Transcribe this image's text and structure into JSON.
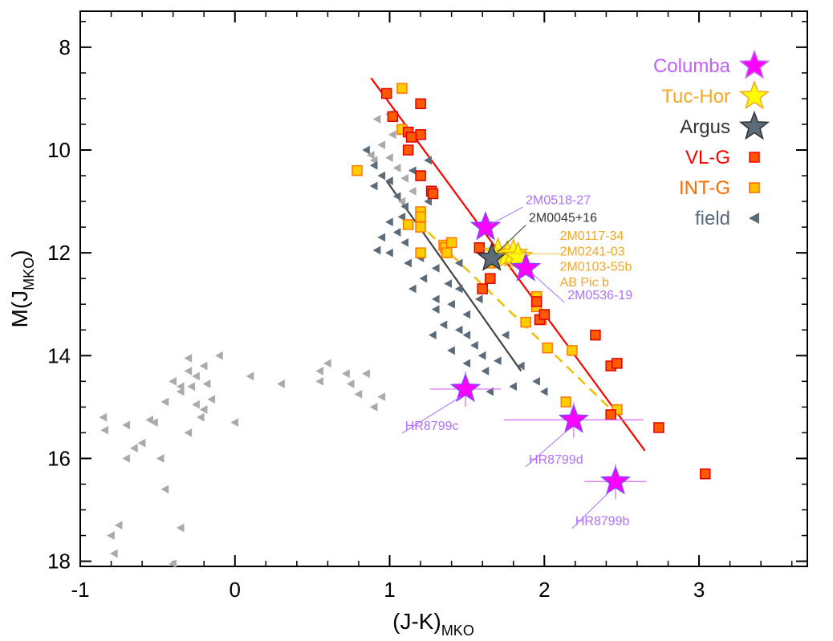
{
  "chart_data": {
    "type": "scatter",
    "xlabel": "(J-K)",
    "xlabel_sub": "MKO",
    "ylabel": "M(J",
    "ylabel_sub": "MKO",
    "ylabel_close": ")",
    "xlim": [
      -1,
      3.7
    ],
    "ylim": [
      18.1,
      7.3
    ],
    "y_inverted": true,
    "xticks": [
      -1,
      0,
      1,
      2,
      3
    ],
    "yticks": [
      8,
      10,
      12,
      14,
      16,
      18
    ],
    "xtick_labels": [
      "-1",
      "0",
      "1",
      "2",
      "3"
    ],
    "ytick_labels": [
      "8",
      "10",
      "12",
      "14",
      "16",
      "18"
    ],
    "legend_position": "top-right",
    "legend": [
      {
        "label": "Columba",
        "color": "#c060ff",
        "marker": "star",
        "marker_color": "#ff00ff"
      },
      {
        "label": "Tuc-Hor",
        "color": "#f5a623",
        "marker": "star",
        "marker_color": "#ffff00"
      },
      {
        "label": "Argus",
        "color": "#333333",
        "marker": "star",
        "marker_color": "#5b6b7a"
      },
      {
        "label": "VL-G",
        "color": "#ff0000",
        "marker": "square",
        "marker_color": "#ff5500"
      },
      {
        "label": "INT-G",
        "color": "#ff6a00",
        "marker": "square",
        "marker_color": "#ffc000"
      },
      {
        "label": "field",
        "color": "#5b6b7a",
        "marker": "triangle",
        "marker_color": "#5b6b7a"
      }
    ],
    "fit_lines": [
      {
        "name": "VL-G fit",
        "color": "#ff0000",
        "dash": false,
        "points": [
          [
            0.88,
            8.6
          ],
          [
            2.65,
            15.85
          ]
        ]
      },
      {
        "name": "field fit",
        "color": "#444444",
        "dash": false,
        "points": [
          [
            0.98,
            10.6
          ],
          [
            1.85,
            14.3
          ]
        ]
      },
      {
        "name": "INT-G fit",
        "color": "#f0c000",
        "dash": true,
        "points": [
          [
            1.25,
            11.6
          ],
          [
            2.45,
            15.1
          ]
        ]
      }
    ],
    "series": [
      {
        "name": "VL-G",
        "marker": "square",
        "fill": "#ff5a00",
        "stroke": "#dd0000",
        "points": [
          [
            0.98,
            8.9
          ],
          [
            1.02,
            9.35
          ],
          [
            1.2,
            9.1
          ],
          [
            1.12,
            9.65
          ],
          [
            1.2,
            9.7
          ],
          [
            1.14,
            9.75
          ],
          [
            1.12,
            10.0
          ],
          [
            1.2,
            10.5
          ],
          [
            1.27,
            10.8
          ],
          [
            1.28,
            10.85
          ],
          [
            1.58,
            11.9
          ],
          [
            1.6,
            12.7
          ],
          [
            1.65,
            12.5
          ],
          [
            1.95,
            12.95
          ],
          [
            1.97,
            13.3
          ],
          [
            2.0,
            13.2
          ],
          [
            2.33,
            13.6
          ],
          [
            2.43,
            14.2
          ],
          [
            2.47,
            14.15
          ],
          [
            2.43,
            15.15
          ],
          [
            2.74,
            15.4
          ],
          [
            3.04,
            16.3
          ]
        ]
      },
      {
        "name": "INT-G",
        "marker": "square",
        "fill": "#ffcc00",
        "stroke": "#ff7700",
        "points": [
          [
            0.79,
            10.4
          ],
          [
            1.08,
            8.8
          ],
          [
            1.08,
            9.6
          ],
          [
            1.12,
            11.45
          ],
          [
            1.2,
            11.2
          ],
          [
            1.2,
            11.3
          ],
          [
            1.2,
            11.5
          ],
          [
            1.2,
            12.0
          ],
          [
            1.35,
            11.85
          ],
          [
            1.36,
            11.9
          ],
          [
            1.37,
            12.0
          ],
          [
            1.4,
            11.8
          ],
          [
            1.65,
            12.2
          ],
          [
            1.95,
            12.85
          ],
          [
            1.95,
            13.05
          ],
          [
            1.98,
            13.3
          ],
          [
            1.88,
            13.35
          ],
          [
            2.02,
            13.85
          ],
          [
            2.18,
            13.9
          ],
          [
            2.14,
            14.9
          ],
          [
            2.47,
            15.05
          ]
        ]
      },
      {
        "name": "field",
        "marker": "triangle",
        "fill": "#5b6b7a",
        "stroke": "#5b6b7a",
        "points": [
          [
            0.85,
            10.0
          ],
          [
            0.9,
            10.3
          ],
          [
            0.95,
            10.5
          ],
          [
            0.9,
            10.7
          ],
          [
            1.0,
            10.6
          ],
          [
            1.05,
            10.9
          ],
          [
            1.1,
            11.1
          ],
          [
            1.08,
            11.3
          ],
          [
            1.0,
            11.4
          ],
          [
            1.05,
            11.6
          ],
          [
            1.1,
            11.8
          ],
          [
            1.0,
            12.0
          ],
          [
            1.12,
            12.2
          ],
          [
            1.2,
            12.1
          ],
          [
            1.3,
            12.3
          ],
          [
            1.22,
            12.5
          ],
          [
            1.15,
            12.7
          ],
          [
            1.3,
            12.9
          ],
          [
            1.4,
            13.0
          ],
          [
            1.5,
            13.2
          ],
          [
            1.35,
            13.4
          ],
          [
            1.28,
            13.6
          ],
          [
            1.45,
            13.5
          ],
          [
            1.55,
            13.8
          ],
          [
            1.4,
            13.9
          ],
          [
            1.6,
            14.0
          ],
          [
            1.5,
            14.15
          ],
          [
            1.62,
            14.3
          ],
          [
            1.7,
            14.1
          ],
          [
            1.75,
            13.6
          ],
          [
            1.8,
            14.6
          ],
          [
            1.85,
            14.2
          ],
          [
            1.95,
            14.5
          ],
          [
            2.0,
            14.7
          ],
          [
            1.38,
            12.6
          ],
          [
            1.25,
            11.0
          ],
          [
            1.15,
            10.4
          ],
          [
            0.95,
            11.7
          ],
          [
            1.45,
            12.7
          ],
          [
            1.5,
            13.6
          ],
          [
            1.3,
            13.1
          ],
          [
            1.58,
            12.9
          ],
          [
            1.25,
            10.2
          ],
          [
            0.92,
            11.95
          ],
          [
            1.65,
            14.7
          ],
          [
            1.45,
            12.2
          ]
        ]
      },
      {
        "name": "field (gray)",
        "marker": "triangle",
        "fill": "#aaaaaa",
        "stroke": "#aaaaaa",
        "points": [
          [
            -0.85,
            15.2
          ],
          [
            -0.84,
            15.45
          ],
          [
            -0.8,
            17.5
          ],
          [
            -0.78,
            17.85
          ],
          [
            -0.75,
            17.3
          ],
          [
            -0.7,
            15.35
          ],
          [
            -0.7,
            16.0
          ],
          [
            -0.65,
            15.8
          ],
          [
            -0.6,
            15.7
          ],
          [
            -0.55,
            15.25
          ],
          [
            -0.52,
            15.3
          ],
          [
            -0.48,
            16.0
          ],
          [
            -0.45,
            14.9
          ],
          [
            -0.45,
            16.6
          ],
          [
            -0.4,
            14.5
          ],
          [
            -0.4,
            18.05
          ],
          [
            -0.35,
            14.7
          ],
          [
            -0.35,
            14.6
          ],
          [
            -0.3,
            14.3
          ],
          [
            -0.3,
            15.5
          ],
          [
            -0.28,
            14.6
          ],
          [
            -0.25,
            14.95
          ],
          [
            -0.22,
            15.2
          ],
          [
            -0.2,
            15.05
          ],
          [
            -0.18,
            14.55
          ],
          [
            -0.15,
            14.85
          ],
          [
            -0.1,
            14.0
          ],
          [
            -0.3,
            14.05
          ],
          [
            -0.2,
            14.2
          ],
          [
            -0.35,
            17.35
          ],
          [
            -0.25,
            14.4
          ],
          [
            0.0,
            15.3
          ],
          [
            0.1,
            14.4
          ],
          [
            0.3,
            14.55
          ],
          [
            0.55,
            14.3
          ],
          [
            0.55,
            14.5
          ],
          [
            0.6,
            14.15
          ],
          [
            0.72,
            14.35
          ],
          [
            0.75,
            14.55
          ],
          [
            0.8,
            14.75
          ],
          [
            0.85,
            14.35
          ],
          [
            0.9,
            15.0
          ],
          [
            0.95,
            14.8
          ],
          [
            0.9,
            10.2
          ],
          [
            0.88,
            10.1
          ],
          [
            0.95,
            9.9
          ],
          [
            1.0,
            10.15
          ],
          [
            1.05,
            10.35
          ],
          [
            1.1,
            10.55
          ],
          [
            1.15,
            10.8
          ],
          [
            0.92,
            9.4
          ],
          [
            1.0,
            9.3
          ],
          [
            1.02,
            9.7
          ],
          [
            1.08,
            11.0
          ]
        ]
      },
      {
        "name": "Columba",
        "marker": "star",
        "fill": "#ff00ff",
        "stroke": "#8844ff",
        "points": [
          [
            1.62,
            11.5
          ],
          [
            1.88,
            12.3
          ],
          [
            1.49,
            14.65
          ],
          [
            2.19,
            15.25
          ],
          [
            2.46,
            16.45
          ]
        ],
        "xerr": [
          0,
          0,
          0.23,
          0.45,
          0.2
        ]
      },
      {
        "name": "Tuc-Hor",
        "marker": "star",
        "fill": "#ffff00",
        "stroke": "#f0a000",
        "points": [
          [
            1.7,
            12.0
          ],
          [
            1.76,
            12.05
          ],
          [
            1.8,
            12.02
          ],
          [
            1.83,
            12.08
          ]
        ],
        "xerr": [
          0,
          0,
          0,
          0
        ]
      },
      {
        "name": "Argus",
        "marker": "star",
        "fill": "#5b6b7a",
        "stroke": "#333333",
        "points": [
          [
            1.66,
            12.1
          ]
        ],
        "xerr": [
          0
        ]
      }
    ],
    "annotations": [
      {
        "text": "2M0518-27",
        "color": "#b070ff",
        "x": 1.88,
        "y": 11.05,
        "to": [
          1.65,
          11.45
        ]
      },
      {
        "text": "2M0045+16",
        "color": "#333333",
        "x": 1.9,
        "y": 11.4,
        "to": [
          1.7,
          11.98
        ]
      },
      {
        "text": "2M0117-34",
        "color": "#f5a623",
        "x": 2.1,
        "y": 11.75,
        "to": null
      },
      {
        "text": "2M0241-03",
        "color": "#f5a623",
        "x": 2.1,
        "y": 12.05,
        "to": null
      },
      {
        "text": "2M0103-55b",
        "color": "#f5a623",
        "x": 2.1,
        "y": 12.35,
        "to": null
      },
      {
        "text": "AB Pic b",
        "color": "#f5a623",
        "x": 2.1,
        "y": 12.65,
        "to": null
      },
      {
        "text": "2M0536-19",
        "color": "#b070ff",
        "x": 2.15,
        "y": 12.9,
        "to": [
          1.92,
          12.4
        ]
      },
      {
        "text": "HR8799c",
        "color": "#b070ff",
        "x": 1.1,
        "y": 15.45,
        "to": [
          1.46,
          14.8
        ]
      },
      {
        "text": "HR8799d",
        "color": "#b070ff",
        "x": 1.9,
        "y": 16.1,
        "to": [
          2.15,
          15.45
        ]
      },
      {
        "text": "HR8799b",
        "color": "#b070ff",
        "x": 2.2,
        "y": 17.3,
        "to": [
          2.42,
          16.65
        ]
      }
    ]
  }
}
